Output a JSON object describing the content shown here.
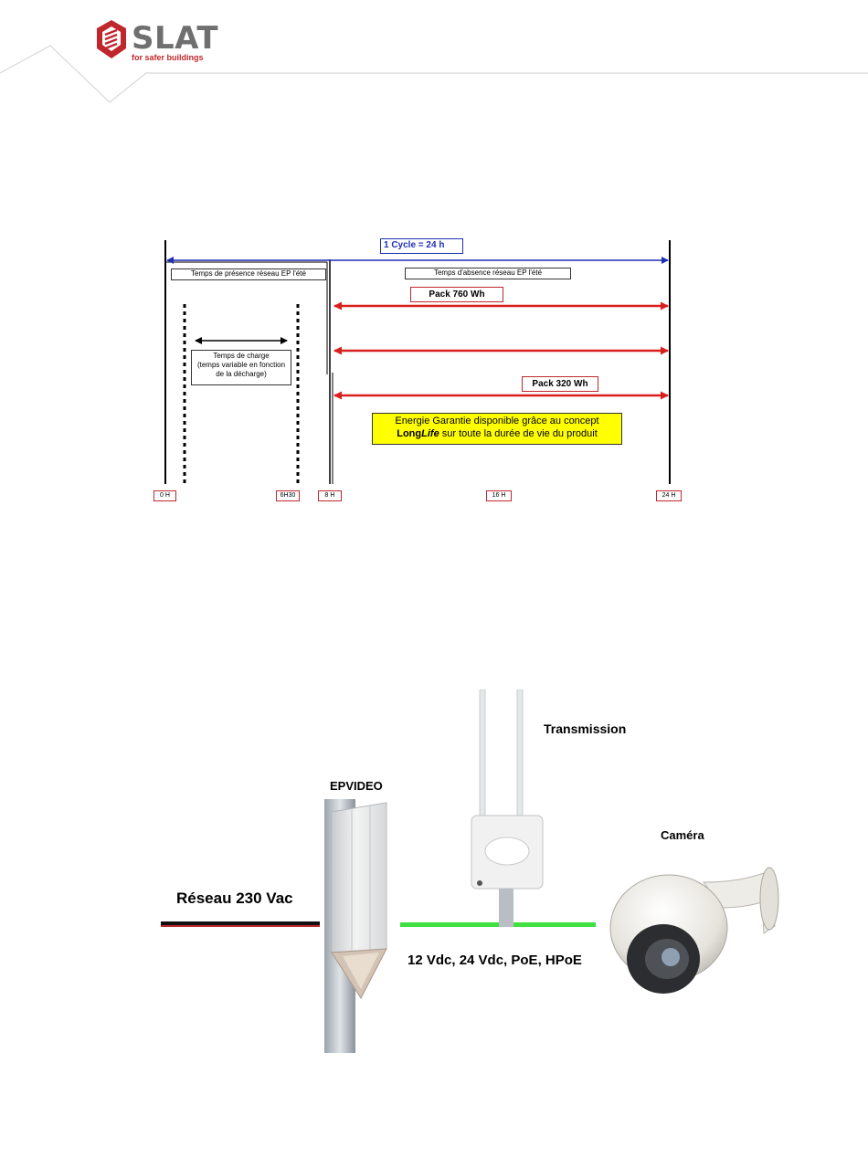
{
  "header": {
    "brand": "SLAT",
    "tagline": "for safer buildings"
  },
  "timeline": {
    "cycle_label": "1 Cycle = 24 h",
    "presence_label": "Temps de présence réseau EP l'été",
    "absence_label": "Temps d'absence réseau EP l'été",
    "pack_760": "Pack 760 Wh",
    "pack_320": "Pack 320 Wh",
    "charge_title": "Temps de charge",
    "charge_note_1": "(temps variable en fonction",
    "charge_note_2": "de la décharge)",
    "energy_line_1": "Energie Garantie disponible grâce au concept",
    "energy_long": "Long",
    "energy_life": "Life",
    "energy_line_2_rest": " sur toute la durée de vie du produit",
    "ticks": [
      "0 H",
      "6H30",
      "8 H",
      "16 H",
      "24 H"
    ]
  },
  "setup": {
    "transmission": "Transmission",
    "epvideo": "EPVIDEO",
    "camera": "Caméra",
    "mains": "Réseau 230 Vac",
    "dc_output": "12 Vdc, 24 Vdc, PoE, HPoE"
  },
  "colors": {
    "brand_red": "#c0272d",
    "arrow_blue": "#1f2fb5",
    "arrow_red": "#d91e1e",
    "dc_line_green": "#3fe03f"
  }
}
